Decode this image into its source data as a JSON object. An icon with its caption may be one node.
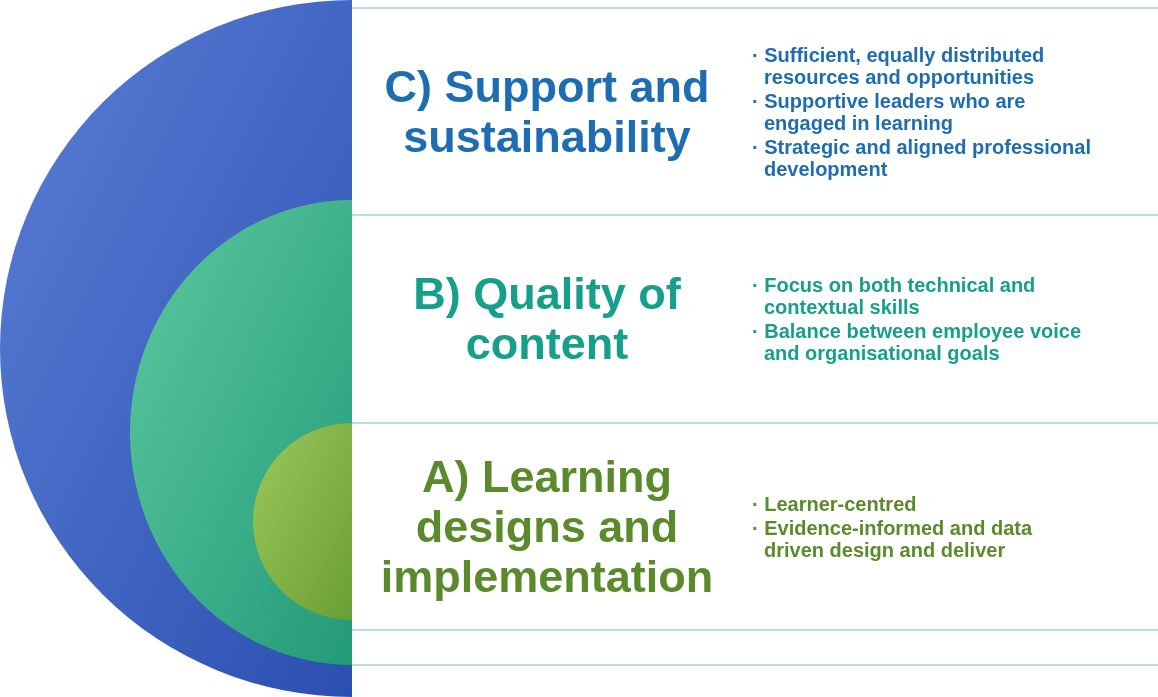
{
  "diagram": {
    "nodes": [
      {
        "text": [
          "C) Support and sustainability",
          "· Sufficient, equally distributed resources and opportunities",
          "· Supportive leaders who are engaged in learning",
          "· Strategic and aligned professional development"
        ]
      },
      {
        "text": [
          "B) Quality of content",
          "· Focus on both technical and contextual skills",
          "· Balance between employee voice and organisational goals"
        ]
      },
      {
        "text": [
          "A) Learning designs and implementation",
          "· Learner-centred",
          "· Evidence-informed and data driven design and deliver"
        ]
      }
    ]
  }
}
